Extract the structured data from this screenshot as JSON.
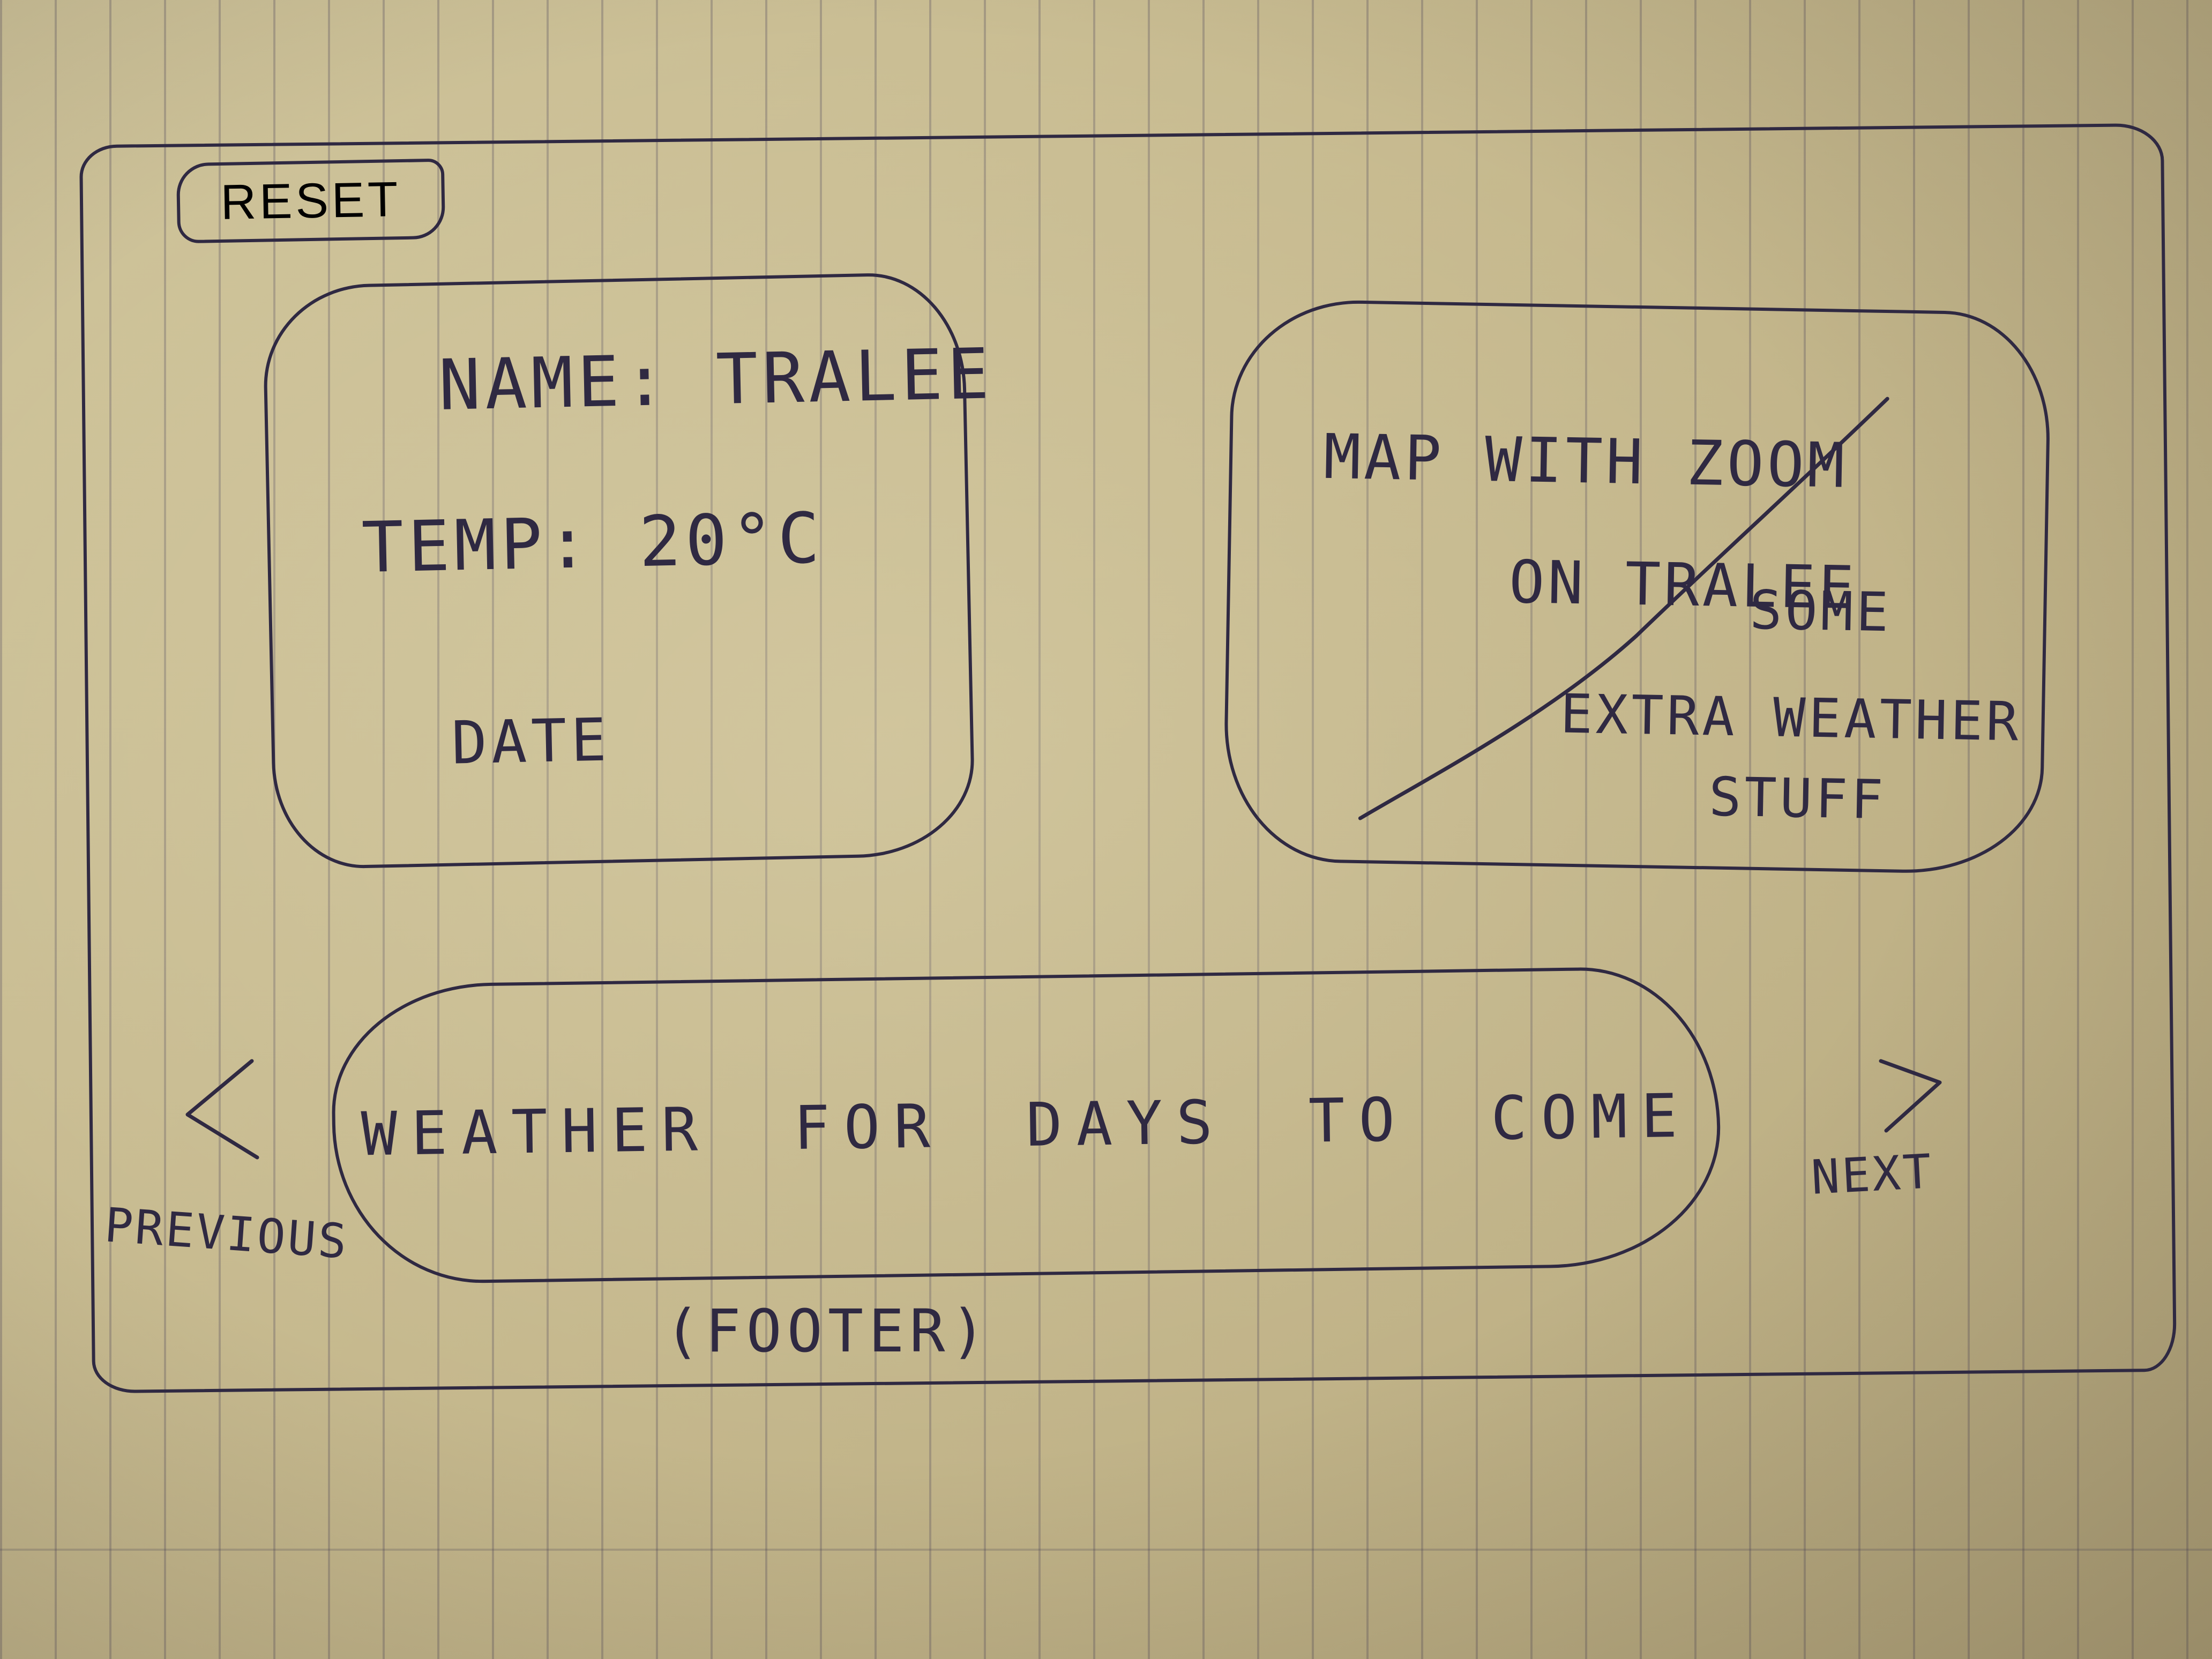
{
  "toolbar": {
    "reset_label": "RESET"
  },
  "info_card": {
    "name_line": "NAME: TRALEE",
    "temp_line": "TEMP:  20°C",
    "date_line": "DATE"
  },
  "map_card": {
    "line_1": "MAP WITH ZOOM",
    "line_2": "ON TRALEE",
    "line_3": "SOME",
    "line_4": "EXTRA WEATHER",
    "line_5": "STUFF"
  },
  "forecast": {
    "text": "WEATHER FOR DAYS TO COME"
  },
  "navigation": {
    "previous_label": "PREVIOUS",
    "next_label": "NEXT",
    "previous_icon": "chevron-left-icon",
    "next_icon": "chevron-right-icon"
  },
  "footer": {
    "label": "(FOOTER)"
  },
  "colors": {
    "paper": "#c9bd93",
    "ink": "#2f2942",
    "grid_line": "#463e58"
  }
}
